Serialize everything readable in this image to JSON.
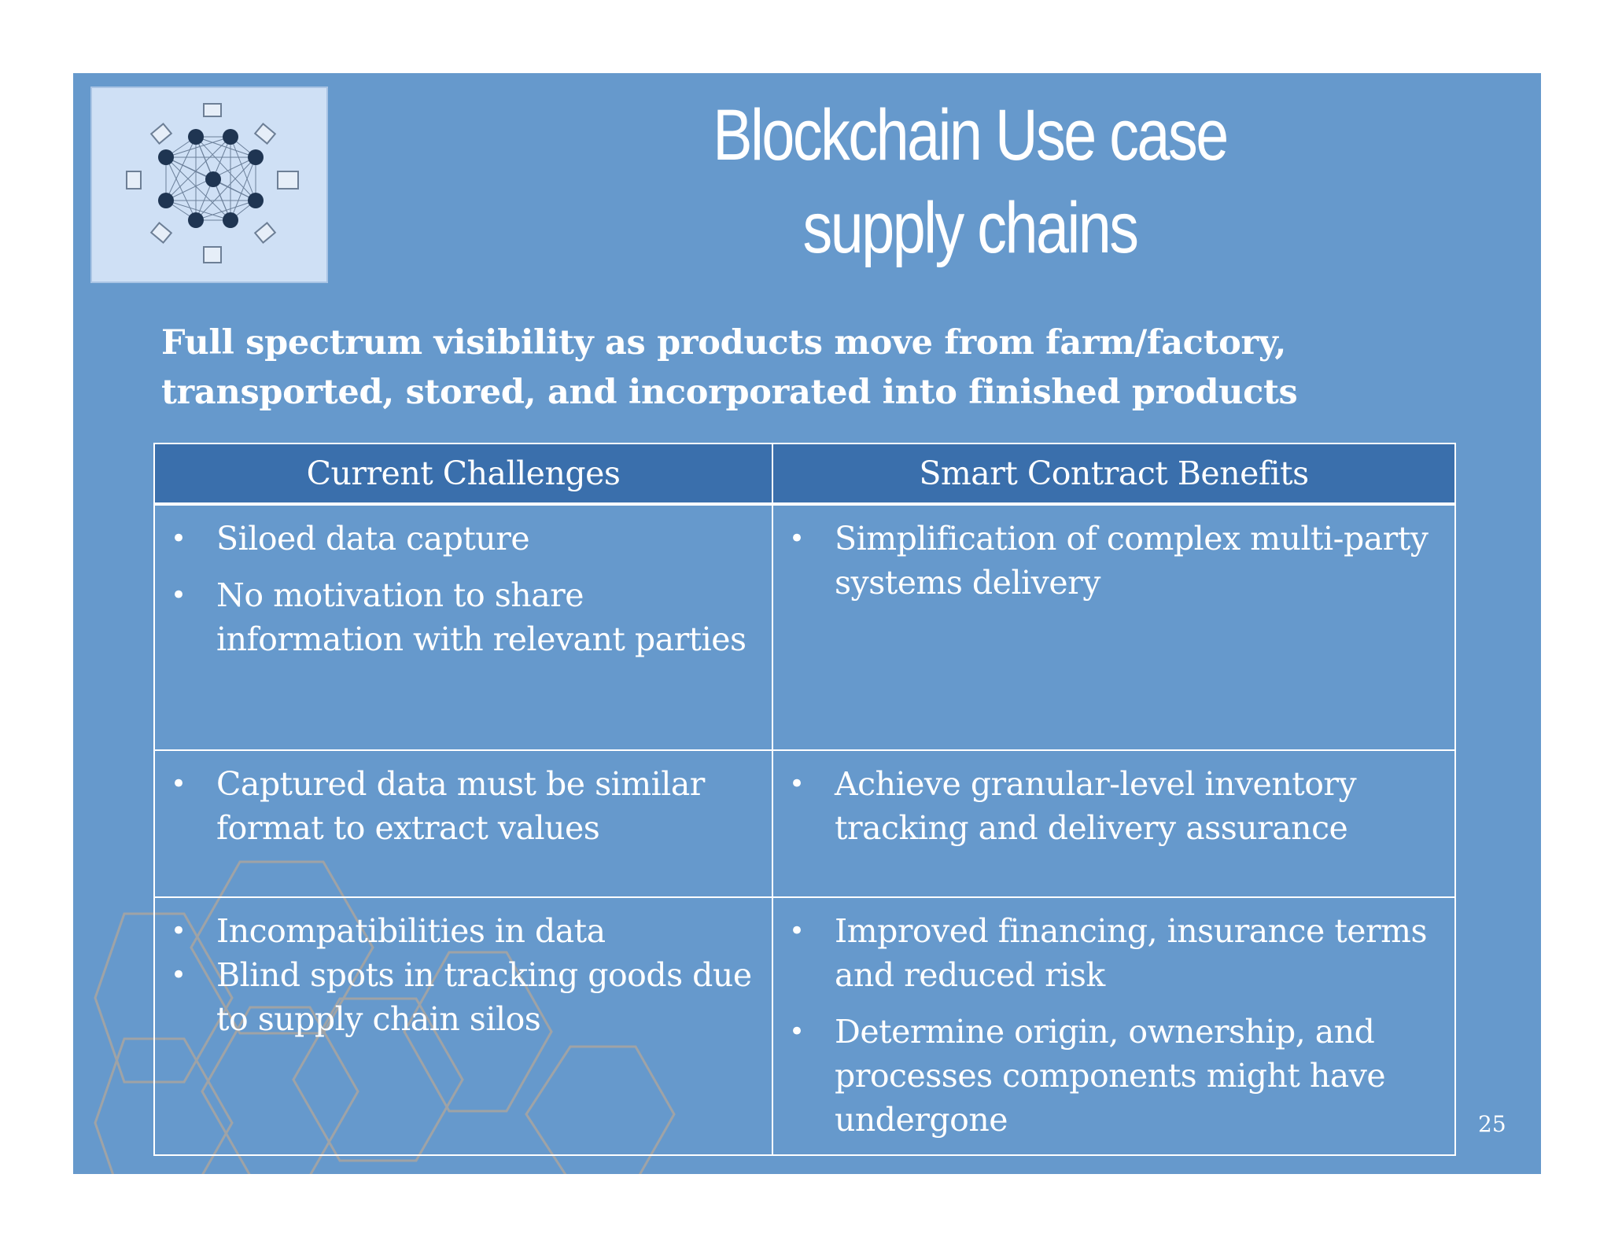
{
  "slide": {
    "title_lines": [
      "Blockchain Use case",
      "supply chains"
    ],
    "subtitle_lines": [
      "Full spectrum visibility as products move from farm/factory,",
      "transported, stored, and incorporated into finished products"
    ],
    "page_number": "25",
    "logo_icon": "network-nodes-icon",
    "colors": {
      "background": "#6699cc",
      "header": "#3a6fac",
      "logo_bg": "#cfe0f5"
    }
  },
  "table": {
    "headers": [
      "Current Challenges",
      "Smart Contract Benefits"
    ],
    "rows": [
      {
        "challenges": [
          "Siloed data capture",
          "No motivation to share information with relevant parties"
        ],
        "benefits": [
          "Simplification of complex multi-party systems delivery"
        ]
      },
      {
        "challenges": [
          "Captured data must be similar format to extract values"
        ],
        "benefits": [
          "Achieve granular-level inventory tracking and delivery assurance"
        ]
      },
      {
        "challenges": [
          "Incompatibilities in data",
          "Blind spots in tracking goods due to supply chain silos"
        ],
        "benefits": [
          "Improved financing, insurance terms and reduced risk",
          "Determine origin, ownership, and processes components might have undergone"
        ]
      }
    ]
  }
}
